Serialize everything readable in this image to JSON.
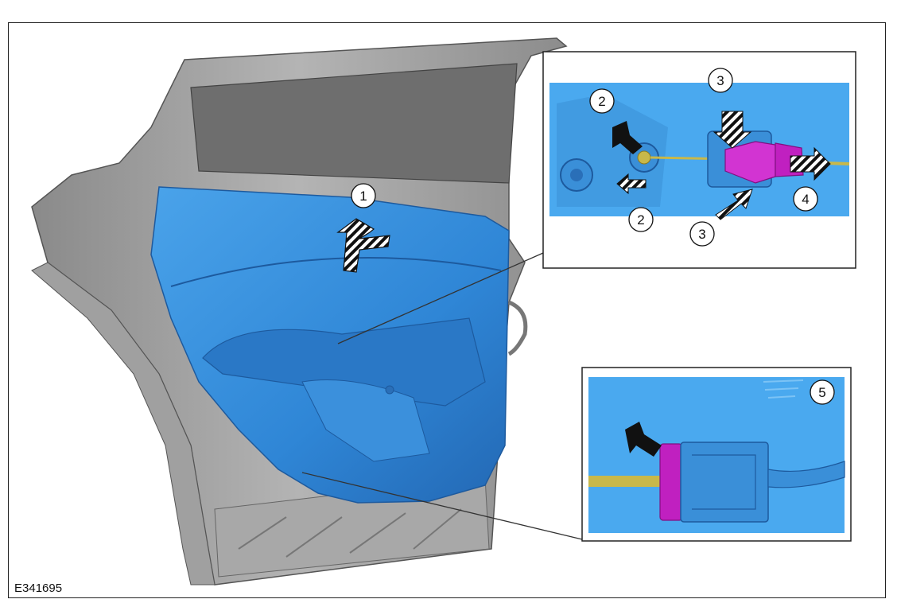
{
  "figure": {
    "id_label": "E341695"
  },
  "callouts": {
    "c1": "1",
    "c2a": "2",
    "c2b": "2",
    "c3a": "3",
    "c3b": "3",
    "c4": "4",
    "c5": "5"
  },
  "colors": {
    "trim_panel": "#3a8fdc",
    "trim_panel_dark": "#2a6fb8",
    "detail_background": "#4aa9ef",
    "clip_magenta": "#c020c0",
    "cable_yellow": "#c8b84a",
    "door_frame": "#9a9a9a",
    "glass": "#6e6e6e"
  },
  "icons": {
    "solid_arrow": "solid-black-arrow-icon",
    "striped_arrow": "striped-direction-arrow-icon"
  }
}
